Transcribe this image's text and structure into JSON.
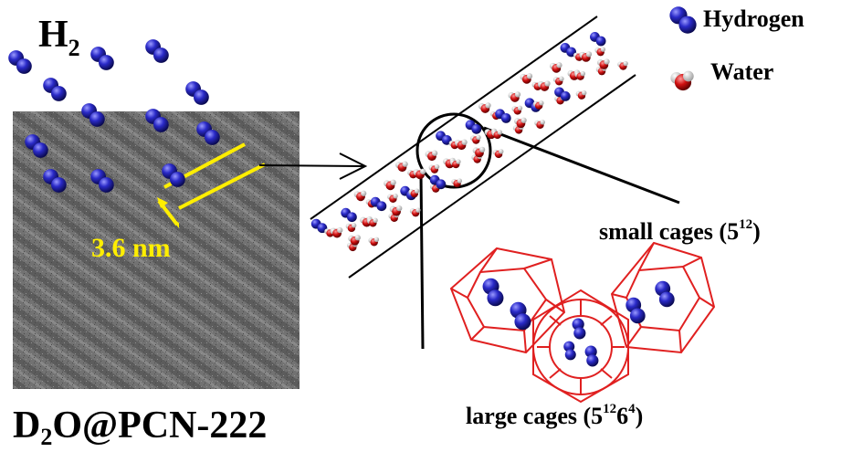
{
  "labels": {
    "h2_main": "H",
    "h2_sub": "2",
    "dimension": "3.6 nm",
    "material_pre": "D",
    "material_sub": "2",
    "material_post": "O@PCN-222",
    "small_cages_text": "small cages (5",
    "small_cages_sup": "12",
    "small_cages_close": ")",
    "large_cages_text": "large cages (5",
    "large_cages_sup": "12",
    "large_cages_mid": "6",
    "large_cages_sup2": "4",
    "large_cages_close": ")"
  },
  "legend": [
    {
      "label": "Hydrogen",
      "icon": "hydrogen-molecule-icon",
      "color": "#2a2ab8"
    },
    {
      "label": "Water",
      "icon": "water-molecule-icon",
      "color": "#d01010"
    }
  ],
  "colors": {
    "hydrogen": "#2a2ab8",
    "oxygen": "#d01010",
    "water_h": "#e8e8e8",
    "dimension": "#ffee00",
    "cage": "#e02020",
    "tem_bg": "#6e6e6e"
  }
}
